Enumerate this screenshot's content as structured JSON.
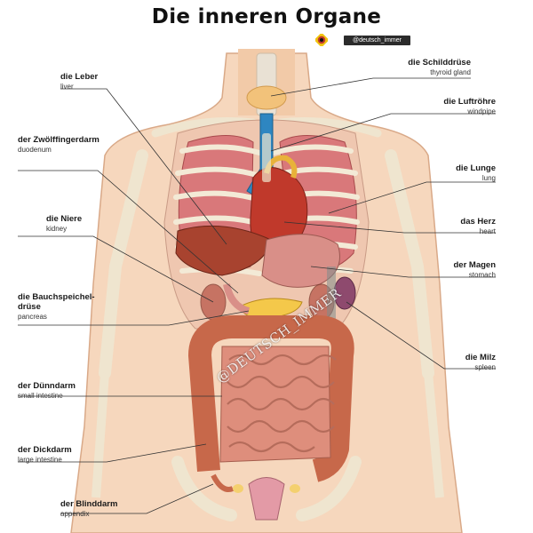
{
  "title": "Die inneren Organe",
  "brand": {
    "handle": "@deutsch_immer",
    "icon": "flag-badge-icon"
  },
  "watermark": "@DEUTSCH_IMMER",
  "labels": {
    "leber": {
      "de": "die Leber",
      "en": "liver"
    },
    "zwoelffinger": {
      "de": "der Zwölffingerdarm",
      "en": "duodenum"
    },
    "niere": {
      "de": "die Niere",
      "en": "kidney"
    },
    "bauchspeichel": {
      "de": "die Bauchspeichel-drüse",
      "en": "pancreas"
    },
    "duenndarm": {
      "de": "der Dünndarm",
      "en": "small intestine"
    },
    "dickdarm": {
      "de": "der Dickdarm",
      "en": "large intestine"
    },
    "blinddarm": {
      "de": "der Blinddarm",
      "en": "appendix"
    },
    "schilddruese": {
      "de": "die Schilddrüse",
      "en": "thyroid gland"
    },
    "luftroehre": {
      "de": "die Luftröhre",
      "en": "windpipe"
    },
    "lunge": {
      "de": "die Lunge",
      "en": "lung"
    },
    "herz": {
      "de": "das Herz",
      "en": "heart"
    },
    "magen": {
      "de": "der Magen",
      "en": "stomach"
    },
    "milz": {
      "de": "die Milz",
      "en": "spleen"
    }
  },
  "colors": {
    "skin": "#f5d2b4",
    "bone": "#f6efd8",
    "lung": "#d9787a",
    "heart": "#c0392b",
    "liver": "#a8432f",
    "intestine": "#de8e7c",
    "colon": "#c7684a",
    "windpipe": "#2e86c1",
    "thyroid": "#f2c27a",
    "pancreas": "#f4c84a"
  }
}
